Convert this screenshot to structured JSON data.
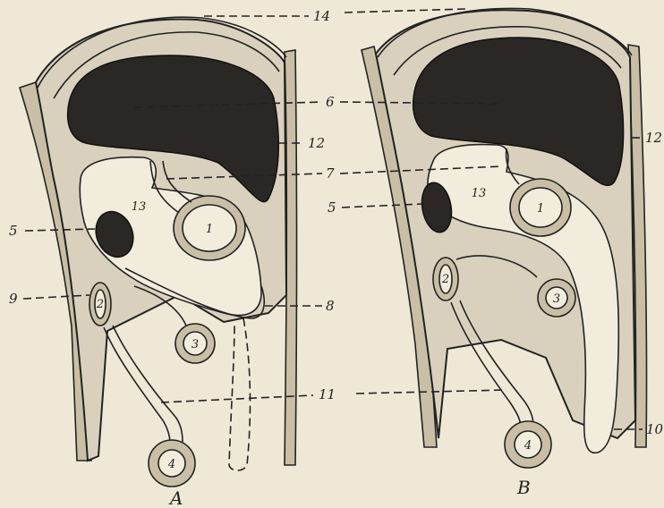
{
  "figure": {
    "panels": [
      {
        "id": "A",
        "caption": "A"
      },
      {
        "id": "B",
        "caption": "B"
      }
    ],
    "callouts": {
      "c14": "14",
      "c6": "6",
      "c12": "12",
      "c12b": "12",
      "c7": "7",
      "c5a": "5",
      "c5b": "5",
      "c9": "9",
      "c8": "8",
      "c11": "11",
      "c10": "10"
    },
    "inner_labels": {
      "a_13": "13",
      "a_1": "1",
      "a_2": "2",
      "a_3": "3",
      "a_4": "4",
      "b_13": "13",
      "b_1": "1",
      "b_2": "2",
      "b_3": "3",
      "b_4": "4"
    },
    "colors": {
      "paper": "#efe8d6",
      "ink": "#222222",
      "stipple": "#d9d1bd",
      "dark_mass": "#2b2724"
    }
  }
}
